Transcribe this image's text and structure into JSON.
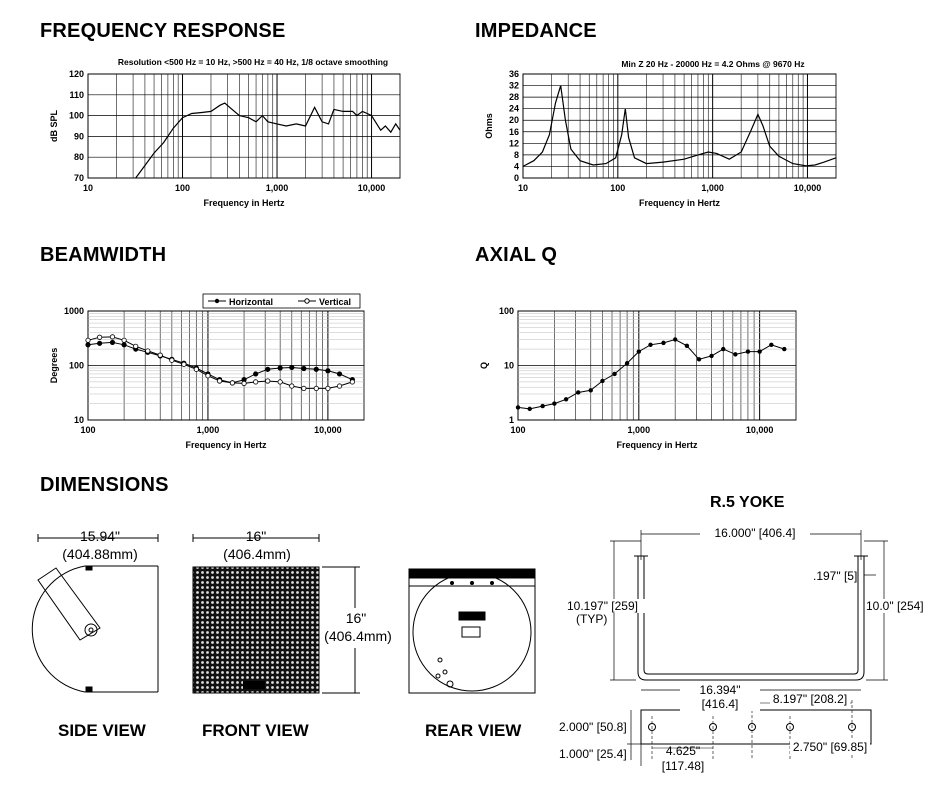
{
  "sections": {
    "freq": "FREQUENCY RESPONSE",
    "imp": "IMPEDANCE",
    "beam": "BEAMWIDTH",
    "axq": "AXIAL Q",
    "dims": "DIMENSIONS"
  },
  "freq_chart": {
    "subtitle": "Resolution <500 Hz = 10 Hz, >500 Hz = 40 Hz, 1/8 octave smoothing",
    "ylabel": "dB SPL",
    "xlabel": "Frequency in Hertz",
    "yticks": [
      "120",
      "110",
      "100",
      "90",
      "80",
      "70"
    ],
    "xticks": [
      "10",
      "100",
      "1,000",
      "10,000"
    ]
  },
  "imp_chart": {
    "subtitle": "Min Z  20 Hz - 20000 Hz = 4.2 Ohms @ 9670 Hz",
    "ylabel": "Ohms",
    "xlabel": "Frequency in Hertz",
    "yticks": [
      "36",
      "32",
      "28",
      "24",
      "20",
      "16",
      "12",
      "8",
      "4",
      "0"
    ],
    "xticks": [
      "10",
      "100",
      "1,000",
      "10,000"
    ]
  },
  "beam_chart": {
    "ylabel": "Degrees",
    "xlabel": "Frequency in Hertz",
    "yticks": [
      "1000",
      "100",
      "10"
    ],
    "xticks": [
      "100",
      "1,000",
      "10,000"
    ],
    "legend": [
      "Horizontal",
      "Vertical"
    ]
  },
  "axq_chart": {
    "ylabel": "Q",
    "xlabel": "Frequency in Hertz",
    "yticks": [
      "100",
      "10",
      "1"
    ],
    "xticks": [
      "100",
      "1,000",
      "10,000"
    ]
  },
  "chart_data": [
    {
      "type": "line",
      "title": "FREQUENCY RESPONSE",
      "xlabel": "Frequency in Hertz",
      "ylabel": "dB SPL",
      "xscale": "log",
      "xlim": [
        10,
        20000
      ],
      "ylim": [
        70,
        120
      ],
      "series": [
        {
          "x": [
            32,
            40,
            50,
            63,
            80,
            100,
            125,
            160,
            200,
            250,
            280,
            315,
            400,
            500,
            600,
            700,
            800,
            1000,
            1250,
            1600,
            2000,
            2500,
            3000,
            3500,
            4000,
            5000,
            6300,
            7000,
            8000,
            9000,
            10000,
            12500,
            14000,
            16000,
            18000,
            20000
          ],
          "y": [
            70,
            76,
            82,
            87,
            94,
            99,
            101,
            101.5,
            102,
            105,
            106,
            104,
            100,
            99,
            97,
            100,
            97,
            96,
            95,
            96,
            95,
            104,
            97,
            96,
            103,
            102,
            102,
            100,
            102,
            101,
            100,
            93,
            95,
            92,
            96,
            93
          ]
        }
      ]
    },
    {
      "type": "line",
      "title": "IMPEDANCE",
      "xlabel": "Frequency in Hertz",
      "ylabel": "Ohms",
      "xscale": "log",
      "xlim": [
        10,
        20000
      ],
      "ylim": [
        0,
        36
      ],
      "series": [
        {
          "x": [
            10,
            13,
            16,
            19,
            22,
            25,
            28,
            32,
            40,
            55,
            75,
            95,
            110,
            120,
            130,
            150,
            200,
            300,
            500,
            700,
            900,
            1100,
            1500,
            2000,
            2500,
            3000,
            3400,
            4000,
            5000,
            7000,
            9670,
            12000,
            15000,
            20000
          ],
          "y": [
            4,
            6,
            9,
            15,
            26,
            32,
            20,
            10,
            6,
            4.5,
            5,
            7,
            15,
            24,
            14,
            7,
            5,
            5.5,
            6.5,
            8,
            9,
            8.5,
            6.5,
            9,
            16,
            22,
            18,
            11,
            7.5,
            5,
            4.2,
            4.5,
            5.5,
            7
          ]
        }
      ]
    },
    {
      "type": "line",
      "title": "BEAMWIDTH",
      "xlabel": "Frequency in Hertz",
      "ylabel": "Degrees",
      "xscale": "log",
      "yscale": "log",
      "xlim": [
        100,
        20000
      ],
      "ylim": [
        10,
        1000
      ],
      "legend": "top-right",
      "x": [
        100,
        125,
        160,
        200,
        250,
        315,
        400,
        500,
        630,
        800,
        1000,
        1250,
        1600,
        2000,
        2500,
        3150,
        4000,
        5000,
        6300,
        8000,
        10000,
        12500,
        16000
      ],
      "series": [
        {
          "name": "Horizontal",
          "values": [
            240,
            255,
            265,
            240,
            200,
            175,
            150,
            130,
            110,
            90,
            70,
            55,
            48,
            55,
            70,
            85,
            90,
            92,
            88,
            85,
            80,
            70,
            55
          ]
        },
        {
          "name": "Vertical",
          "values": [
            290,
            330,
            335,
            290,
            225,
            185,
            155,
            125,
            105,
            85,
            65,
            52,
            48,
            47,
            50,
            52,
            50,
            42,
            38,
            38,
            38,
            42,
            50
          ]
        }
      ]
    },
    {
      "type": "line",
      "title": "AXIAL Q",
      "xlabel": "Frequency in Hertz",
      "ylabel": "Q",
      "xscale": "log",
      "yscale": "log",
      "xlim": [
        100,
        20000
      ],
      "ylim": [
        1,
        100
      ],
      "x": [
        100,
        125,
        160,
        200,
        250,
        315,
        400,
        500,
        630,
        800,
        1000,
        1250,
        1600,
        2000,
        2500,
        3150,
        4000,
        5000,
        6300,
        8000,
        10000,
        12500,
        16000
      ],
      "series": [
        {
          "values": [
            1.7,
            1.6,
            1.8,
            2.0,
            2.4,
            3.2,
            3.5,
            5.2,
            7,
            11,
            18,
            24,
            26,
            30,
            23,
            13,
            15,
            20,
            16,
            18,
            18,
            24,
            20
          ]
        }
      ]
    }
  ],
  "dimensions": {
    "side_width": "15.94\"",
    "side_width_mm": "(404.88mm)",
    "front_width": "16\"",
    "front_width_mm": "(406.4mm)",
    "front_height": "16\"",
    "front_height_mm": "(406.4mm)",
    "side_caption": "SIDE VIEW",
    "front_caption": "FRONT VIEW",
    "rear_caption": "REAR VIEW"
  },
  "yoke": {
    "title": "R.5 YOKE",
    "width": "16.000\" [406.4]",
    "height_left": "10.197\" [259]",
    "typ": "(TYP)",
    "height_right": "10.0\" [254]",
    "offset": ".197\" [5]",
    "base_len": "16.394\" [416.4]",
    "half_len": "8.197\" [208.2]",
    "base_h1": "2.000\" [50.8]",
    "base_h2": "1.000\" [25.4]",
    "hole_spacing": "4.625\"",
    "hole_spacing_mm": "[117.48]",
    "hole_end": "2.750\" [69.85]"
  }
}
